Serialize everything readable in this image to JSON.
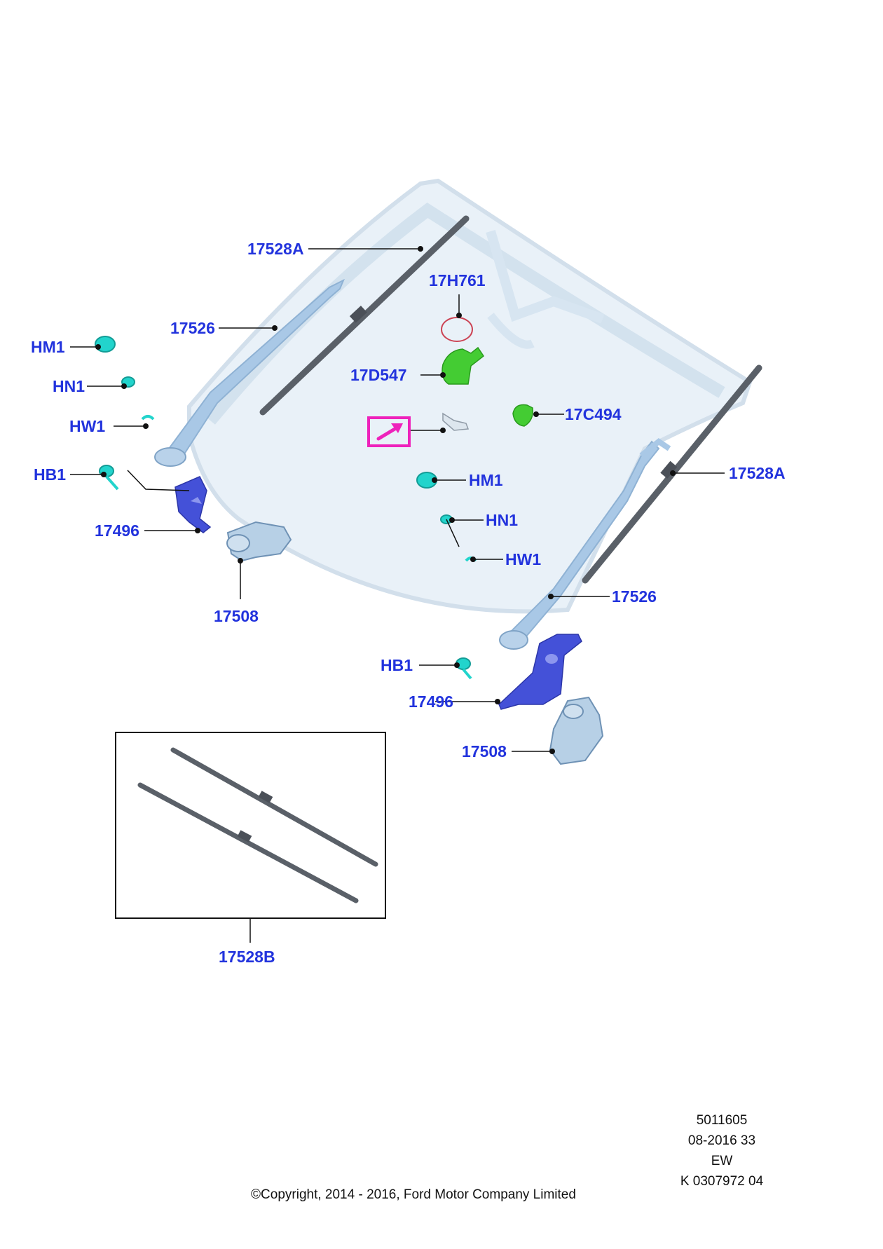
{
  "colors": {
    "callout": "#2233dd",
    "leader": "#111111",
    "windshield": "#dce8f2",
    "wiper_arm": "#a9c8e6",
    "blade": "#5a6068",
    "fastener": "#22d4cc",
    "linkage": "#4451d8",
    "motor": "#b7d0e6",
    "washer_part": "#44cc33",
    "seal": "#cc4455",
    "frame_icon": "#ee22bb"
  },
  "callouts": {
    "l_17528A": "17528A",
    "l_17H761": "17H761",
    "l_17526": "17526",
    "l_HM1": "HM1",
    "l_17D547": "17D547",
    "l_HN1": "HN1",
    "l_17C494": "17C494",
    "l_HW1": "HW1",
    "l_HB1": "HB1",
    "l_17496": "17496",
    "l_17508": "17508",
    "r_17528A": "17528A",
    "r_HM1": "HM1",
    "r_HN1": "HN1",
    "r_HW1": "HW1",
    "r_17526": "17526",
    "r_HB1": "HB1",
    "r_17496": "17496",
    "r_17508": "17508",
    "b_17528B": "17528B"
  },
  "icons": {
    "view_arrow": "arrow-up-right-icon"
  },
  "footer": {
    "ref_number": "5011605",
    "date_code": "08-2016 33",
    "region": "EW",
    "part_code": "K 0307972 04",
    "copyright": "©Copyright, 2014 - 2016, Ford Motor Company Limited"
  }
}
